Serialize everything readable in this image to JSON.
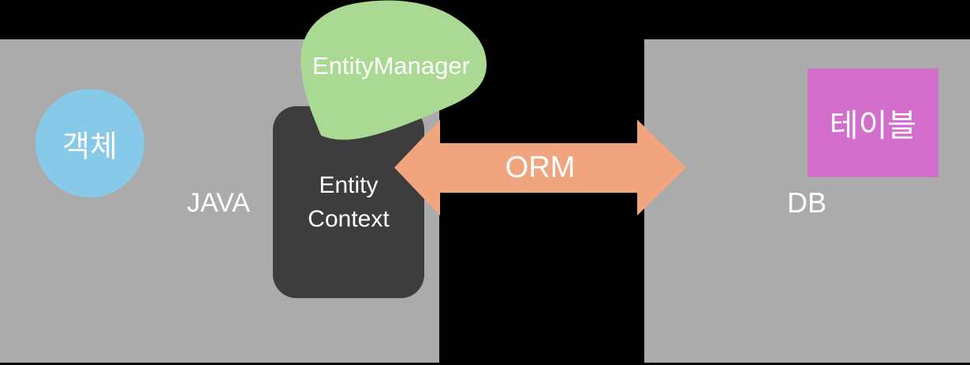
{
  "diagram": {
    "left_panel": {
      "label": "JAVA",
      "object_circle_label": "객체",
      "entity_box": {
        "line1": "Entity",
        "line2": "Context"
      },
      "callout_label": "EntityManager"
    },
    "arrow": {
      "label": "ORM"
    },
    "right_panel": {
      "label": "DB",
      "table_box_label": "테이블"
    },
    "colors": {
      "background_black": "#000000",
      "panel_gray": "#ABABAB",
      "object_blue": "#87C9E8",
      "entity_box_dark": "#3D3D3D",
      "callout_green": "#A9D992",
      "arrow_orange": "#F0A57F",
      "table_pink": "#D46ECD",
      "text_white": "#FFFFFF"
    }
  }
}
